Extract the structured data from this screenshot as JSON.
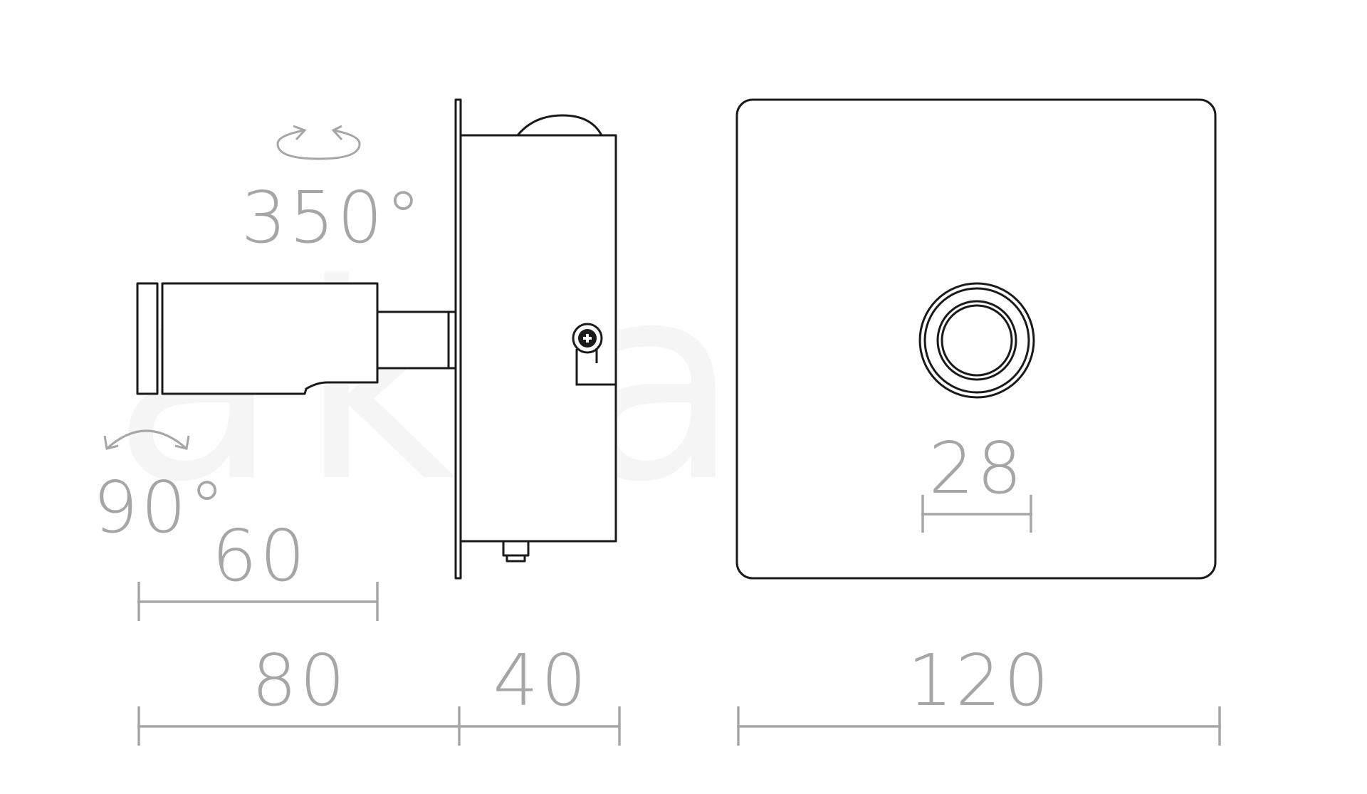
{
  "watermark": "akia.hu",
  "rotation_labels": {
    "horizontal": "350°",
    "vertical": "90°"
  },
  "dimensions": {
    "head_length": "60",
    "arm_depth": "80",
    "box_depth": "40",
    "plate_width": "120",
    "lens_diameter": "28"
  },
  "colors": {
    "outline": "#1a1a1a",
    "dimension": "#a6a6a6"
  }
}
